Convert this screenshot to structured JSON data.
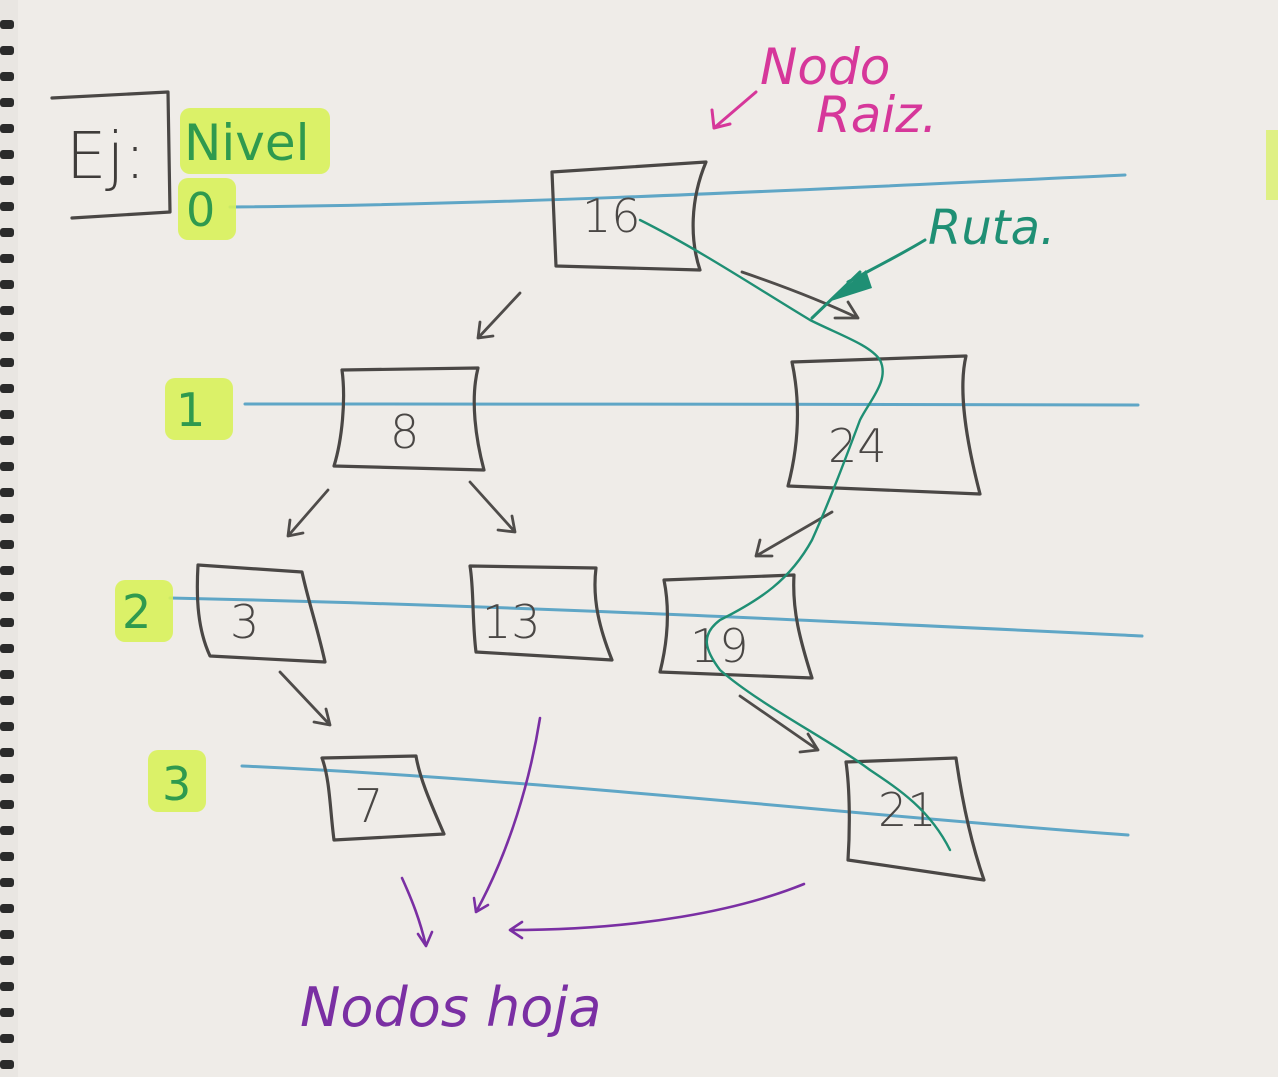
{
  "title_box": {
    "text": "Ej:"
  },
  "level_header": "Nivel",
  "levels": [
    {
      "label": "0"
    },
    {
      "label": "1"
    },
    {
      "label": "2"
    },
    {
      "label": "3"
    }
  ],
  "nodes": [
    {
      "id": "n16",
      "value": "16",
      "level": "0"
    },
    {
      "id": "n8",
      "value": "8",
      "level": "1"
    },
    {
      "id": "n24",
      "value": "24",
      "level": "1"
    },
    {
      "id": "n3",
      "value": "3",
      "level": "2"
    },
    {
      "id": "n13",
      "value": "13",
      "level": "2"
    },
    {
      "id": "n19",
      "value": "19",
      "level": "2"
    },
    {
      "id": "n7",
      "value": "7",
      "level": "3"
    },
    {
      "id": "n21",
      "value": "21",
      "level": "3"
    }
  ],
  "edges": [
    {
      "from": "16",
      "to": "8"
    },
    {
      "from": "16",
      "to": "24"
    },
    {
      "from": "8",
      "to": "3"
    },
    {
      "from": "8",
      "to": "13"
    },
    {
      "from": "24",
      "to": "19"
    },
    {
      "from": "3",
      "to": "7"
    },
    {
      "from": "19",
      "to": "21"
    }
  ],
  "annotations": {
    "root_label_line1": "Nodo",
    "root_label_line2": "Raiz.",
    "path_label": "Ruta.",
    "leaves_label": "Nodos hoja"
  },
  "colors": {
    "paper": "#e9e6e2",
    "pencil": "#4a4745",
    "level_lines": "#5fa6c6",
    "highlighter": "#d8f25a",
    "level_text": "#2f9a4e",
    "root_annotation": "#d6379a",
    "path": "#1f8f74",
    "leaves_annotation": "#7a2fa3"
  }
}
